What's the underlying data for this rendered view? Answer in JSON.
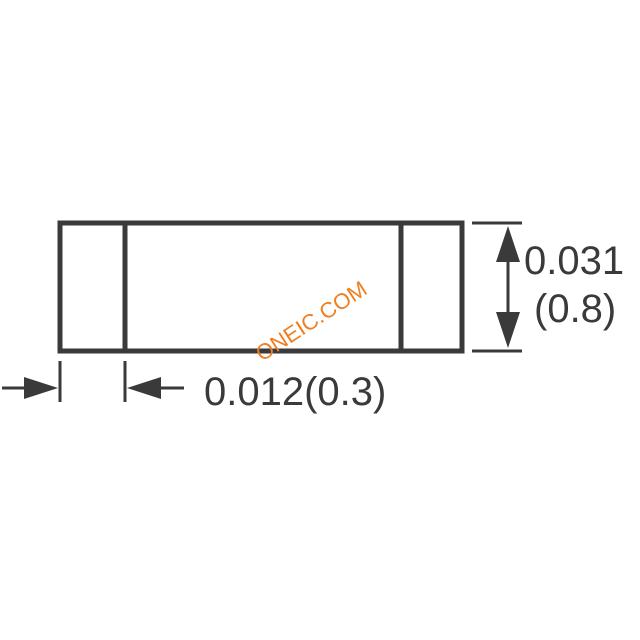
{
  "dimensions": {
    "height_inch": "0.031",
    "height_mm": "(0.8)",
    "terminal_width": "0.012(0.3)"
  },
  "watermark": {
    "text": "ONEIC.COM",
    "color": "#f07d1e"
  },
  "colors": {
    "outline": "#3a3a3a",
    "background": "#ffffff"
  }
}
